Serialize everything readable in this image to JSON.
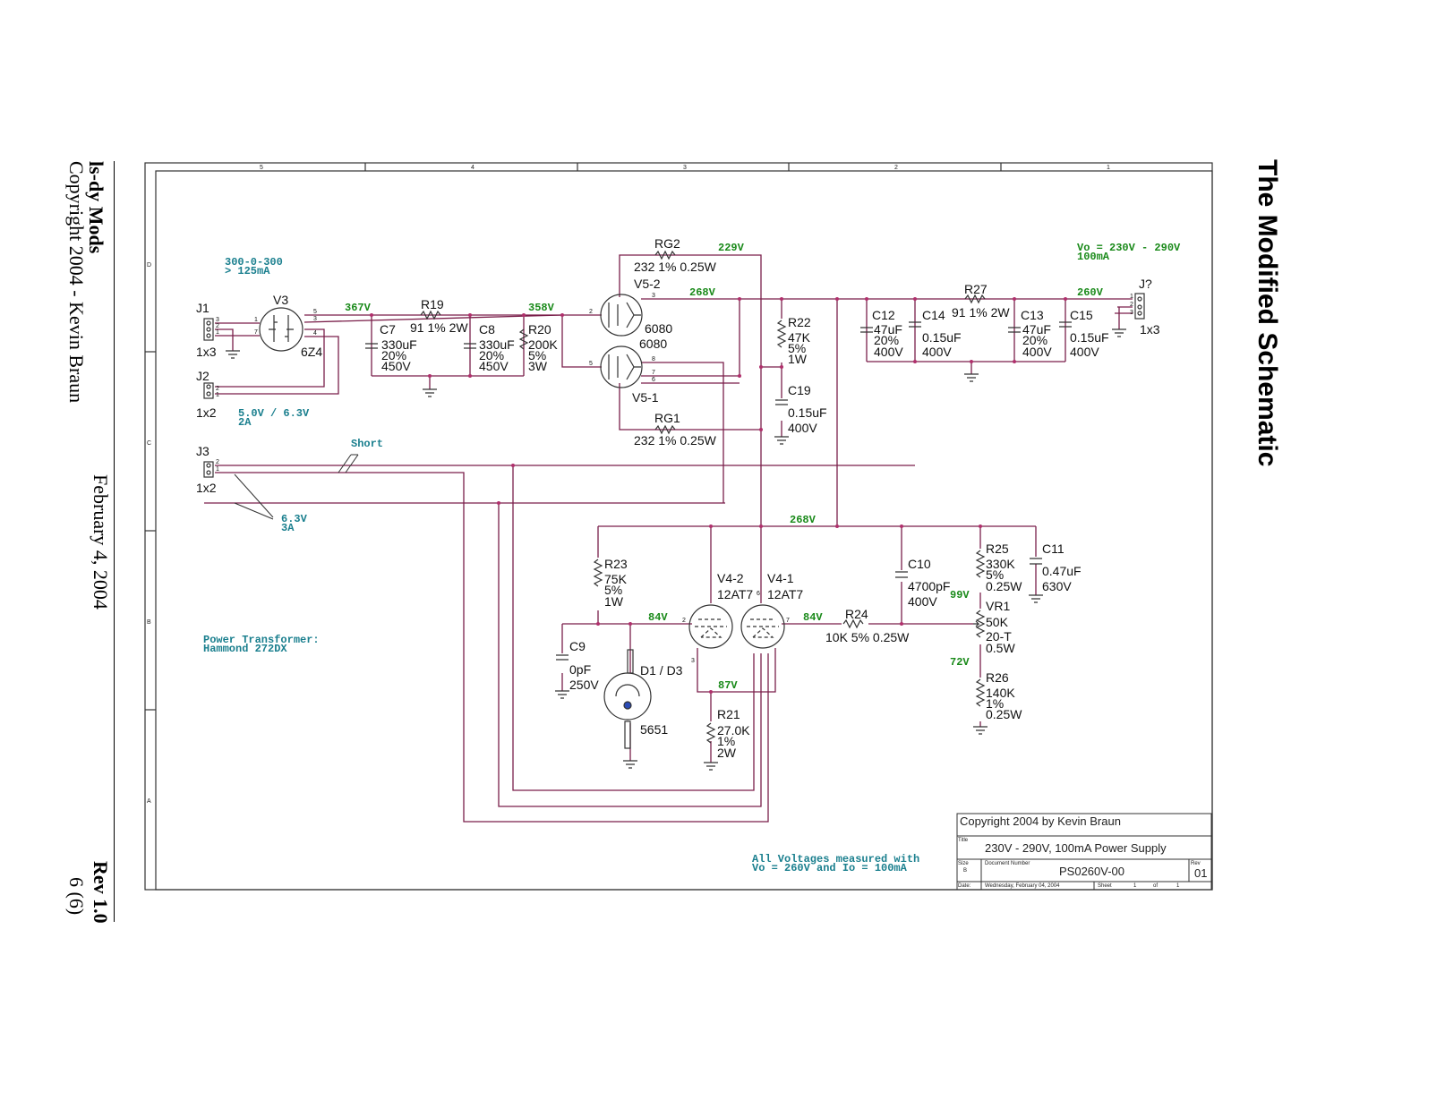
{
  "side": {
    "left_title": "ls-dy Mods",
    "left_copyright": "Copyright 2004 - Kevin Braun",
    "date": "February 4, 2004",
    "rev": "Rev 1.0",
    "page": "6 (6)",
    "right_title": "The Modified Schematic"
  },
  "grid": {
    "top": [
      "5",
      "4",
      "3",
      "2",
      "1"
    ],
    "left": [
      "D",
      "C",
      "B",
      "A"
    ]
  },
  "voltages": {
    "v367": "367V",
    "v358": "358V",
    "v229": "229V",
    "v268a": "268V",
    "v260": "260V",
    "v268b": "268V",
    "v84a": "84V",
    "v84b": "84V",
    "v87": "87V",
    "v99": "99V",
    "v72": "72V"
  },
  "notes": {
    "transformer_1": "300-0-300",
    "transformer_2": "> 125mA",
    "heater_1": "5.0V / 6.3V",
    "heater_2": "2A",
    "short": "Short",
    "heater3_1": "6.3V",
    "heater3_2": "3A",
    "pt_1": "Power Transformer:",
    "pt_2": "Hammond 272DX",
    "vo_1": "Vo = 230V - 290V",
    "vo_2": "100mA",
    "meas_1": "All Voltages measured with",
    "meas_2": "Vo = 260V and Io = 100mA"
  },
  "components": {
    "J1": "J1",
    "J1_type": "1x3",
    "J2": "J2",
    "J2_type": "1x2",
    "J3": "J3",
    "J3_type": "1x2",
    "Jout": "J?",
    "Jout_type": "1x3",
    "V3": "V3",
    "V3_type": "6Z4",
    "R19": "R19",
    "R19_val": "91 1% 2W",
    "C7": "C7",
    "C7_v1": "330uF",
    "C7_v2": "20%",
    "C7_v3": "450V",
    "C8": "C8",
    "C8_v1": "330uF",
    "C8_v2": "20%",
    "C8_v3": "450V",
    "R20": "R20",
    "R20_v1": "200K",
    "R20_v2": "5%",
    "R20_v3": "3W",
    "RG2": "RG2",
    "RG2_val": "232 1% 0.25W",
    "V5_2": "V5-2",
    "V5_2_type": "6080",
    "V5_1_type": "6080",
    "V5_1": "V5-1",
    "RG1": "RG1",
    "RG1_val": "232 1% 0.25W",
    "R22": "R22",
    "R22_v1": "47K",
    "R22_v2": "5%",
    "R22_v3": "1W",
    "C19": "C19",
    "C19_v1": "0.15uF",
    "C19_v2": "400V",
    "R27": "R27",
    "R27_val": "91 1% 2W",
    "C12": "C12",
    "C12_v1": "47uF",
    "C12_v2": "20%",
    "C12_v3": "400V",
    "C14": "C14",
    "C14_v1": "0.15uF",
    "C14_v2": "400V",
    "C13": "C13",
    "C13_v1": "47uF",
    "C13_v2": "20%",
    "C13_v3": "400V",
    "C15": "C15",
    "C15_v1": "0.15uF",
    "C15_v2": "400V",
    "R23": "R23",
    "R23_v1": "75K",
    "R23_v2": "5%",
    "R23_v3": "1W",
    "V4_2": "V4-2",
    "V4_2_type": "12AT7",
    "V4_1": "V4-1",
    "V4_1_type": "12AT7",
    "C10": "C10",
    "C10_v1": "4700pF",
    "C10_v2": "400V",
    "R25": "R25",
    "R25_v1": "330K",
    "R25_v2": "5%",
    "R25_v3": "0.25W",
    "C11": "C11",
    "C11_v1": "0.47uF",
    "C11_v2": "630V",
    "R24": "R24",
    "R24_val": "10K 5% 0.25W",
    "VR1": "VR1",
    "VR1_v1": "50K",
    "VR1_v2": "20-T",
    "VR1_v3": "0.5W",
    "R26": "R26",
    "R26_v1": "140K",
    "R26_v2": "1%",
    "R26_v3": "0.25W",
    "C9": "C9",
    "C9_v1": "0pF",
    "C9_v2": "250V",
    "D1": "D1 / D3",
    "D1_type": "5651",
    "R21": "R21",
    "R21_v1": "27.0K",
    "R21_v2": "1%",
    "R21_v3": "2W"
  },
  "title_block": {
    "copyright": "Copyright 2004 by Kevin Braun",
    "title_label": "Title",
    "title": "230V - 290V, 100mA Power Supply",
    "size_label": "Size",
    "size": "B",
    "docnum_label": "Document Number",
    "docnum": "PS0260V-00",
    "rev_label": "Rev",
    "rev": "01",
    "date_label": "Date:",
    "date": "Wednesday, February 04, 2004",
    "sheet_label": "Sheet",
    "sheet": "1",
    "of_label": "of",
    "of": "1"
  },
  "colors": {
    "wire": "#7a1f4a",
    "junction": "#b0306c",
    "component": "#333333",
    "voltage": "#1a8a1a",
    "note": "#1a7f8e"
  }
}
